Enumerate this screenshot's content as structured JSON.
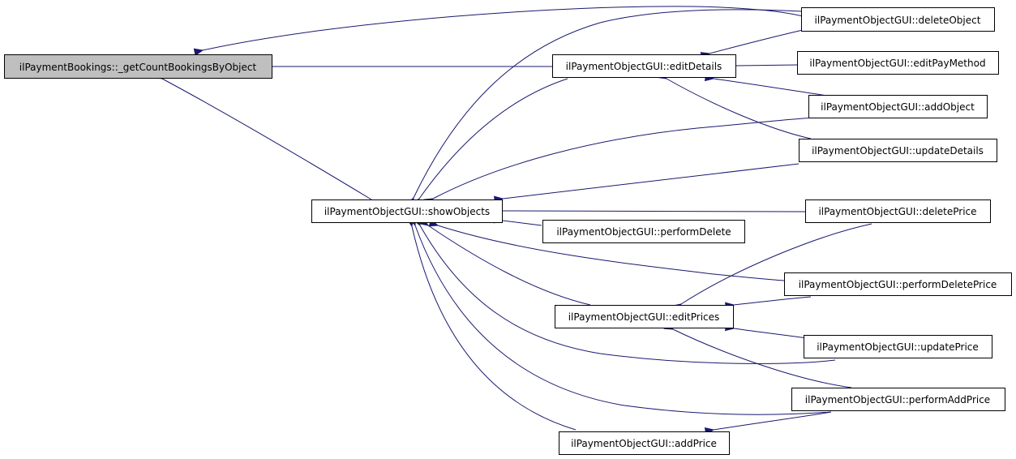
{
  "colors": {
    "edge": "#191970",
    "focus_fill": "#bfbfbf",
    "node_fill": "#ffffff",
    "border": "#000000"
  },
  "nodes": {
    "getCount": "ilPaymentBookings::_getCountBookingsByObject",
    "showObjects": "ilPaymentObjectGUI::showObjects",
    "editDetails": "ilPaymentObjectGUI::editDetails",
    "editPrices": "ilPaymentObjectGUI::editPrices",
    "addPrice": "ilPaymentObjectGUI::addPrice",
    "performDelete": "ilPaymentObjectGUI::performDelete",
    "deleteObject": "ilPaymentObjectGUI::deleteObject",
    "editPayMethod": "ilPaymentObjectGUI::editPayMethod",
    "addObject": "ilPaymentObjectGUI::addObject",
    "updateDetails": "ilPaymentObjectGUI::updateDetails",
    "deletePrice": "ilPaymentObjectGUI::deletePrice",
    "performDeletePrice": "ilPaymentObjectGUI::performDeletePrice",
    "updatePrice": "ilPaymentObjectGUI::updatePrice",
    "performAddPrice": "ilPaymentObjectGUI::performAddPrice"
  },
  "edges": [
    {
      "from": "deleteObject",
      "to": "getCount"
    },
    {
      "from": "editDetails",
      "to": "getCount"
    },
    {
      "from": "showObjects",
      "to": "getCount"
    },
    {
      "from": "deleteObject",
      "to": "editDetails"
    },
    {
      "from": "editPayMethod",
      "to": "editDetails"
    },
    {
      "from": "addObject",
      "to": "editDetails"
    },
    {
      "from": "updateDetails",
      "to": "editDetails"
    },
    {
      "from": "deleteObject",
      "to": "showObjects"
    },
    {
      "from": "editDetails",
      "to": "showObjects"
    },
    {
      "from": "addObject",
      "to": "showObjects"
    },
    {
      "from": "updateDetails",
      "to": "showObjects"
    },
    {
      "from": "deletePrice",
      "to": "showObjects"
    },
    {
      "from": "performDelete",
      "to": "showObjects"
    },
    {
      "from": "performDeletePrice",
      "to": "showObjects"
    },
    {
      "from": "editPrices",
      "to": "showObjects"
    },
    {
      "from": "updatePrice",
      "to": "showObjects"
    },
    {
      "from": "performAddPrice",
      "to": "showObjects"
    },
    {
      "from": "addPrice",
      "to": "showObjects"
    },
    {
      "from": "deletePrice",
      "to": "editPrices"
    },
    {
      "from": "performDeletePrice",
      "to": "editPrices"
    },
    {
      "from": "updatePrice",
      "to": "editPrices"
    },
    {
      "from": "performAddPrice",
      "to": "editPrices"
    },
    {
      "from": "performAddPrice",
      "to": "addPrice"
    }
  ]
}
